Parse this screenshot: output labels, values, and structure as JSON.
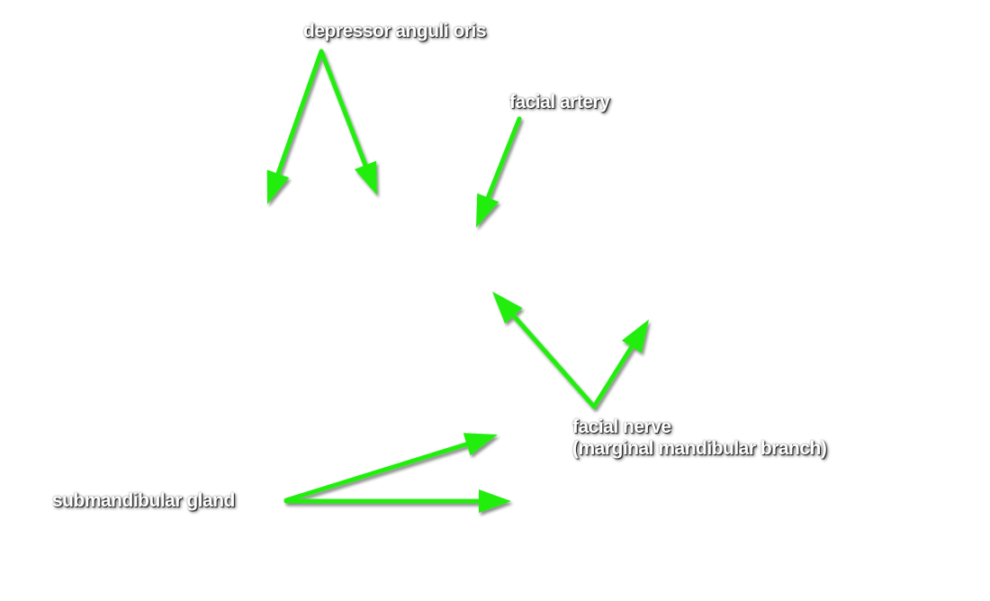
{
  "labels": {
    "depressor_anguli_oris": "depressor anguli oris",
    "facial_artery": "facial artery",
    "facial_nerve": "facial nerve",
    "facial_nerve_branch": "(marginal mandibular branch)",
    "submandibular_gland": "submandibular gland"
  },
  "colors": {
    "background": "#ffffff",
    "arrow": "#22ee11",
    "label_text": "#ffffff"
  }
}
